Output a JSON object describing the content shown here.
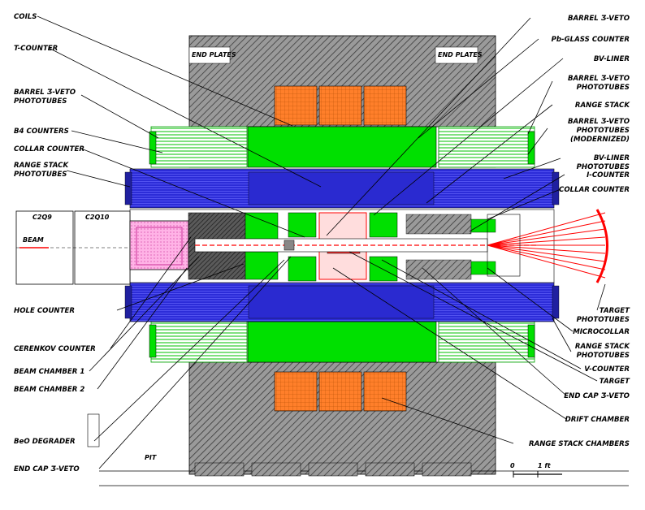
{
  "left_labels": [
    {
      "id": "coils",
      "text": "COILS"
    },
    {
      "id": "t-counter",
      "text": "T-COUNTER"
    },
    {
      "id": "barrel-veto-phototubes",
      "line1": "BARREL Ʒ-VETO",
      "line2": "PHOTOTUBES"
    },
    {
      "id": "b4-counters",
      "text": "B4 COUNTERS"
    },
    {
      "id": "collar-counter-left",
      "text": "COLLAR COUNTER"
    },
    {
      "id": "range-stack-phototubes-left",
      "line1": "RANGE STACK",
      "line2": "PHOTOTUBES"
    },
    {
      "id": "hole-counter",
      "text": "HOLE COUNTER"
    },
    {
      "id": "cerenkov-counter",
      "text": "CERENKOV COUNTER"
    },
    {
      "id": "beam-chamber-1",
      "text": "BEAM CHAMBER  1"
    },
    {
      "id": "beam-chamber-2",
      "text": "BEAM CHAMBER  2"
    },
    {
      "id": "beo-degrader",
      "text": "BeO DEGRADER"
    },
    {
      "id": "end-cap-veto-left",
      "text": "END CAP Ʒ-VETO"
    }
  ],
  "right_labels": [
    {
      "id": "barrel-veto",
      "text": "BARREL Ʒ-VETO"
    },
    {
      "id": "pb-glass-counter",
      "text": "Pb-GLASS COUNTER"
    },
    {
      "id": "bv-liner",
      "text": "BV-LINER"
    },
    {
      "id": "barrel-veto-phototubes-right",
      "line1": "BARREL Ʒ-VETO",
      "line2": "PHOTOTUBES"
    },
    {
      "id": "range-stack",
      "text": "RANGE STACK"
    },
    {
      "id": "barrel-veto-phototubes-modernized",
      "line1": "BARREL Ʒ-VETO",
      "line2": "PHOTOTUBES",
      "line3": "(MODERNIZED)"
    },
    {
      "id": "bv-liner-phototubes",
      "line1": "BV-LINER",
      "line2": "PHOTOTUBES"
    },
    {
      "id": "i-counter",
      "text": "I-COUNTER"
    },
    {
      "id": "collar-counter-right",
      "text": "COLLAR COUNTER"
    },
    {
      "id": "target-phototubes",
      "line1": "TARGET",
      "line2": "PHOTOTUBES"
    },
    {
      "id": "microcollar",
      "text": "MICROCOLLAR"
    },
    {
      "id": "range-stack-phototubes-right",
      "line1": "RANGE STACK",
      "line2": "PHOTOTUBES"
    },
    {
      "id": "v-counter",
      "text": "V-COUNTER"
    },
    {
      "id": "target",
      "text": "TARGET"
    },
    {
      "id": "end-cap-veto-right",
      "text": "END CAP Ʒ-VETO"
    },
    {
      "id": "drift-chamber",
      "text": "DRIFT CHAMBER"
    },
    {
      "id": "range-stack-chambers",
      "text": "RANGE STACK CHAMBERS"
    }
  ],
  "inline_labels": {
    "end_plates_left": "END PLATES",
    "end_plates_right": "END PLATES",
    "c2q9": "C2Q9",
    "c2q10": "C2Q10",
    "beam": "BEAM",
    "pit": "PIT",
    "scale_zero": "0",
    "scale_one": "1 ft"
  },
  "colors": {
    "coil_orange": "#ff7f2a",
    "range_stack_blue": "#2323cc",
    "green": "#00e000",
    "red": "#ff0000",
    "pink": "#ff99dd",
    "gray": "#8a8a8a",
    "dark_gray": "#4a4a4a"
  }
}
